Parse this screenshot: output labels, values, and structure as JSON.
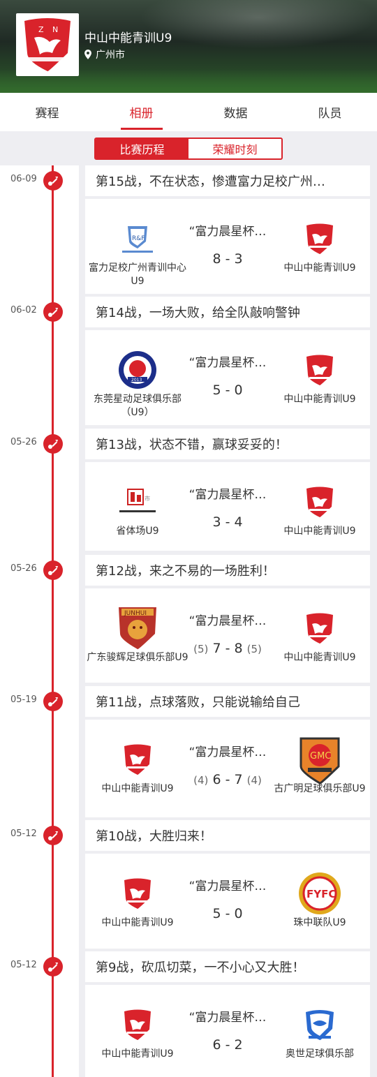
{
  "header": {
    "team_name": "中山中能青训U9",
    "city": "广州市"
  },
  "tabs": [
    {
      "label": "赛程"
    },
    {
      "label": "相册"
    },
    {
      "label": "数据"
    },
    {
      "label": "队员"
    }
  ],
  "segment": {
    "history_label": "比赛历程",
    "honor_label": "荣耀时刻"
  },
  "colors": {
    "accent": "#d9232b",
    "background": "#eeeef2"
  },
  "matches": [
    {
      "date": "06-09",
      "title": "第15战，不在状态，惨遭富力足校广州…",
      "cup": "“富力晨星杯…",
      "home": "富力足校广州青训中心U9",
      "away": "中山中能青训U9",
      "home_score": "8",
      "away_score": "3",
      "home_pen": "",
      "away_pen": "",
      "home_logo": "rf-logo",
      "away_logo": "zn-logo"
    },
    {
      "date": "06-02",
      "title": "第14战，一场大败，给全队敲响警钟",
      "cup": "“富力晨星杯…",
      "home": "东莞星动足球俱乐部（U9）",
      "away": "中山中能青训U9",
      "home_score": "5",
      "away_score": "0",
      "home_pen": "",
      "away_pen": "",
      "home_logo": "dg-logo",
      "away_logo": "zn-logo"
    },
    {
      "date": "05-26",
      "title": "第13战，状态不错，赢球妥妥的！",
      "cup": "“富力晨星杯…",
      "home": "省体场U9",
      "away": "中山中能青训U9",
      "home_score": "3",
      "away_score": "4",
      "home_pen": "",
      "away_pen": "",
      "home_logo": "st-logo",
      "away_logo": "zn-logo"
    },
    {
      "date": "05-26",
      "title": "第12战，来之不易的一场胜利！",
      "cup": "“富力晨星杯…",
      "home": "广东骏辉足球俱乐部U9",
      "away": "中山中能青训U9",
      "home_score": "7",
      "away_score": "8",
      "home_pen": "(5)",
      "away_pen": "(5)",
      "home_logo": "jh-logo",
      "away_logo": "zn-logo"
    },
    {
      "date": "05-19",
      "title": "第11战，点球落败，只能说输给自己",
      "cup": "“富力晨星杯…",
      "home": "中山中能青训U9",
      "away": "古广明足球俱乐部U9",
      "home_score": "6",
      "away_score": "7",
      "home_pen": "(4)",
      "away_pen": "(4)",
      "home_logo": "zn-logo",
      "away_logo": "gm-logo"
    },
    {
      "date": "05-12",
      "title": "第10战，大胜归来！",
      "cup": "“富力晨星杯…",
      "home": "中山中能青训U9",
      "away": "珠中联队U9",
      "home_score": "5",
      "away_score": "0",
      "home_pen": "",
      "away_pen": "",
      "home_logo": "zn-logo",
      "away_logo": "fy-logo"
    },
    {
      "date": "05-12",
      "title": "第9战，砍瓜切菜，一不小心又大胜！",
      "cup": "“富力晨星杯…",
      "home": "中山中能青训U9",
      "away": "奥世足球俱乐部",
      "home_score": "6",
      "away_score": "2",
      "home_pen": "",
      "away_pen": "",
      "home_logo": "zn-logo",
      "away_logo": "as-logo"
    }
  ]
}
